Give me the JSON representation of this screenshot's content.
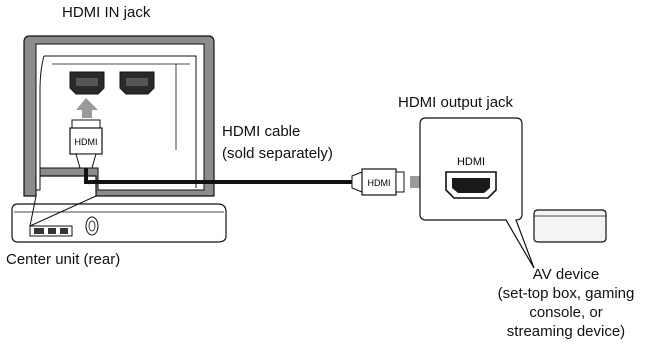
{
  "labels": {
    "hdmi_in_jack": "HDMI IN jack",
    "hdmi_output_jack": "HDMI output jack",
    "hdmi_cable_line1": "HDMI cable",
    "hdmi_cable_line2": "(sold separately)",
    "center_unit": "Center unit (rear)",
    "av_device_line1": "AV device",
    "av_device_line2": "(set-top box, gaming",
    "av_device_line3": "console, or",
    "av_device_line4": "streaming device)"
  },
  "plug_labels": {
    "vertical_plug": "HDMI",
    "horizontal_plug": "HDMI",
    "device_port": "HDMI"
  },
  "colors": {
    "line": "#111111",
    "panel_gray": "#8c8c8c",
    "arrow_gray": "#9a9a9a",
    "device_fill": "#f4f4f4"
  }
}
